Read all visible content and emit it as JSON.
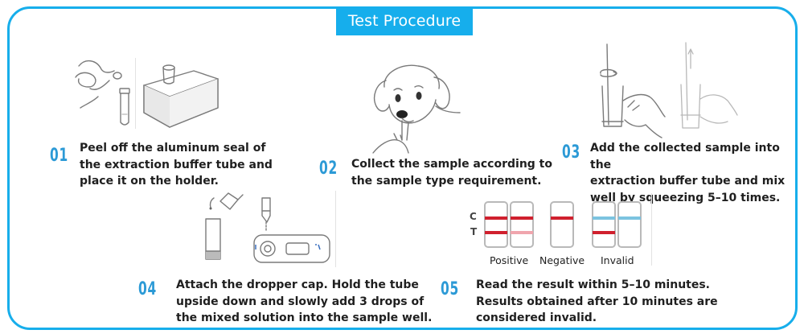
{
  "title": "Test Procedure",
  "colors": {
    "accent": "#17aeeb",
    "step_number": "#2c9ad6",
    "control_line_red": "#d0202e",
    "faint_test_line": "#f0a5ad",
    "invalid_line_blue": "#7cc3e0"
  },
  "steps": [
    {
      "number": "01",
      "lines": [
        "Peel off the aluminum seal of",
        "the extraction buffer tube and",
        "place it on the holder."
      ],
      "illustration": "peel-seal-and-tube-holder"
    },
    {
      "number": "02",
      "lines": [
        "Collect the sample according to",
        "the sample type requirement."
      ],
      "illustration": "dog-sample-collection"
    },
    {
      "number": "03",
      "lines": [
        "Add the collected sample into the",
        "extraction buffer tube and mix",
        "well by squeezing 5–10 times."
      ],
      "illustration": "swab-in-tube-mixing"
    },
    {
      "number": "04",
      "lines": [
        "Attach the dropper cap. Hold the tube",
        "upside down and slowly add 3 drops of",
        "the mixed solution into the sample well."
      ],
      "illustration": "dropper-and-test-cassette"
    },
    {
      "number": "05",
      "lines": [
        "Read the result within 5–10 minutes.",
        "Results obtained after 10 minutes are",
        "considered invalid."
      ],
      "illustration": "result-strips"
    }
  ],
  "results": {
    "line_labels": {
      "control": "C",
      "test": "T"
    },
    "groups": [
      {
        "label": "Positive",
        "strips": [
          {
            "c": "red",
            "t": "red"
          },
          {
            "c": "red",
            "t": "faint"
          }
        ]
      },
      {
        "label": "Negative",
        "strips": [
          {
            "c": "red",
            "t": "none"
          }
        ]
      },
      {
        "label": "Invalid",
        "strips": [
          {
            "c": "blue",
            "t": "red"
          },
          {
            "c": "blue",
            "t": "none"
          }
        ]
      }
    ]
  }
}
